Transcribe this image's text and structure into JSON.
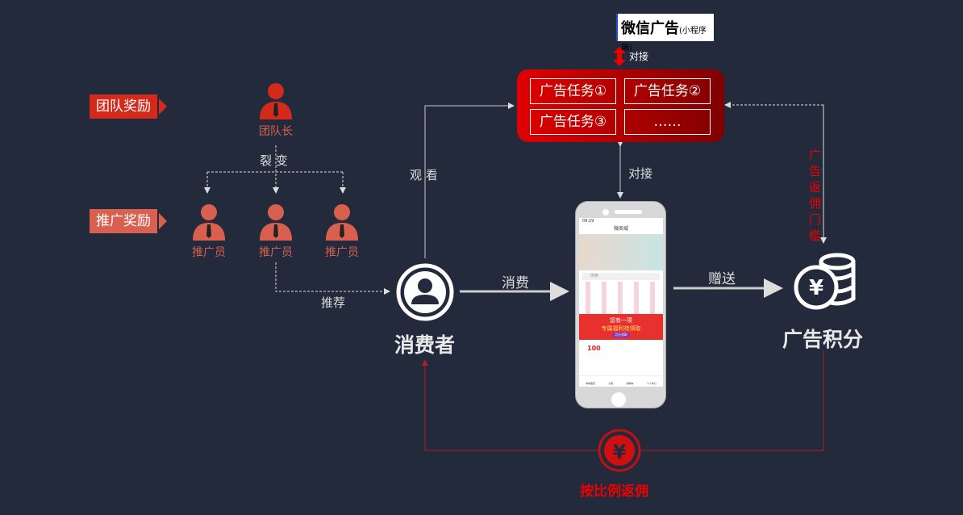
{
  "tags": {
    "team_reward": "团队奖励",
    "promo_reward": "推广奖励"
  },
  "team_leader": "团队长",
  "fission": "裂 变",
  "promoters": [
    "推广员",
    "推广员",
    "推广员"
  ],
  "recommend": "推荐",
  "watch": "观 看",
  "consume": "消费",
  "consumer": "消费者",
  "gift": "赠送",
  "ad_points": "广告积分",
  "wechat": {
    "title": "微信广告",
    "sub": "(小程序端)"
  },
  "connect_top": "对接",
  "connect_mid": "对接",
  "tasks": [
    "广告任务①",
    "广告任务②",
    "广告任务③",
    "……"
  ],
  "threshold": [
    "广告",
    "返佣",
    "门槛"
  ],
  "rebate": "按比例返佣",
  "yen": "¥",
  "phone": {
    "time": "09:29",
    "title": "微商城",
    "search": "搜索",
    "banner1": "您有一项",
    "banner2": "专属福利待领取",
    "banner_btn": "点击领取",
    "coupon": "100",
    "nav": [
      "商城首页",
      "分类",
      "购物车",
      "个人中心"
    ]
  },
  "colors": {
    "bg": "#222a3b",
    "red": "#e00000",
    "accent": "#d9604f"
  }
}
